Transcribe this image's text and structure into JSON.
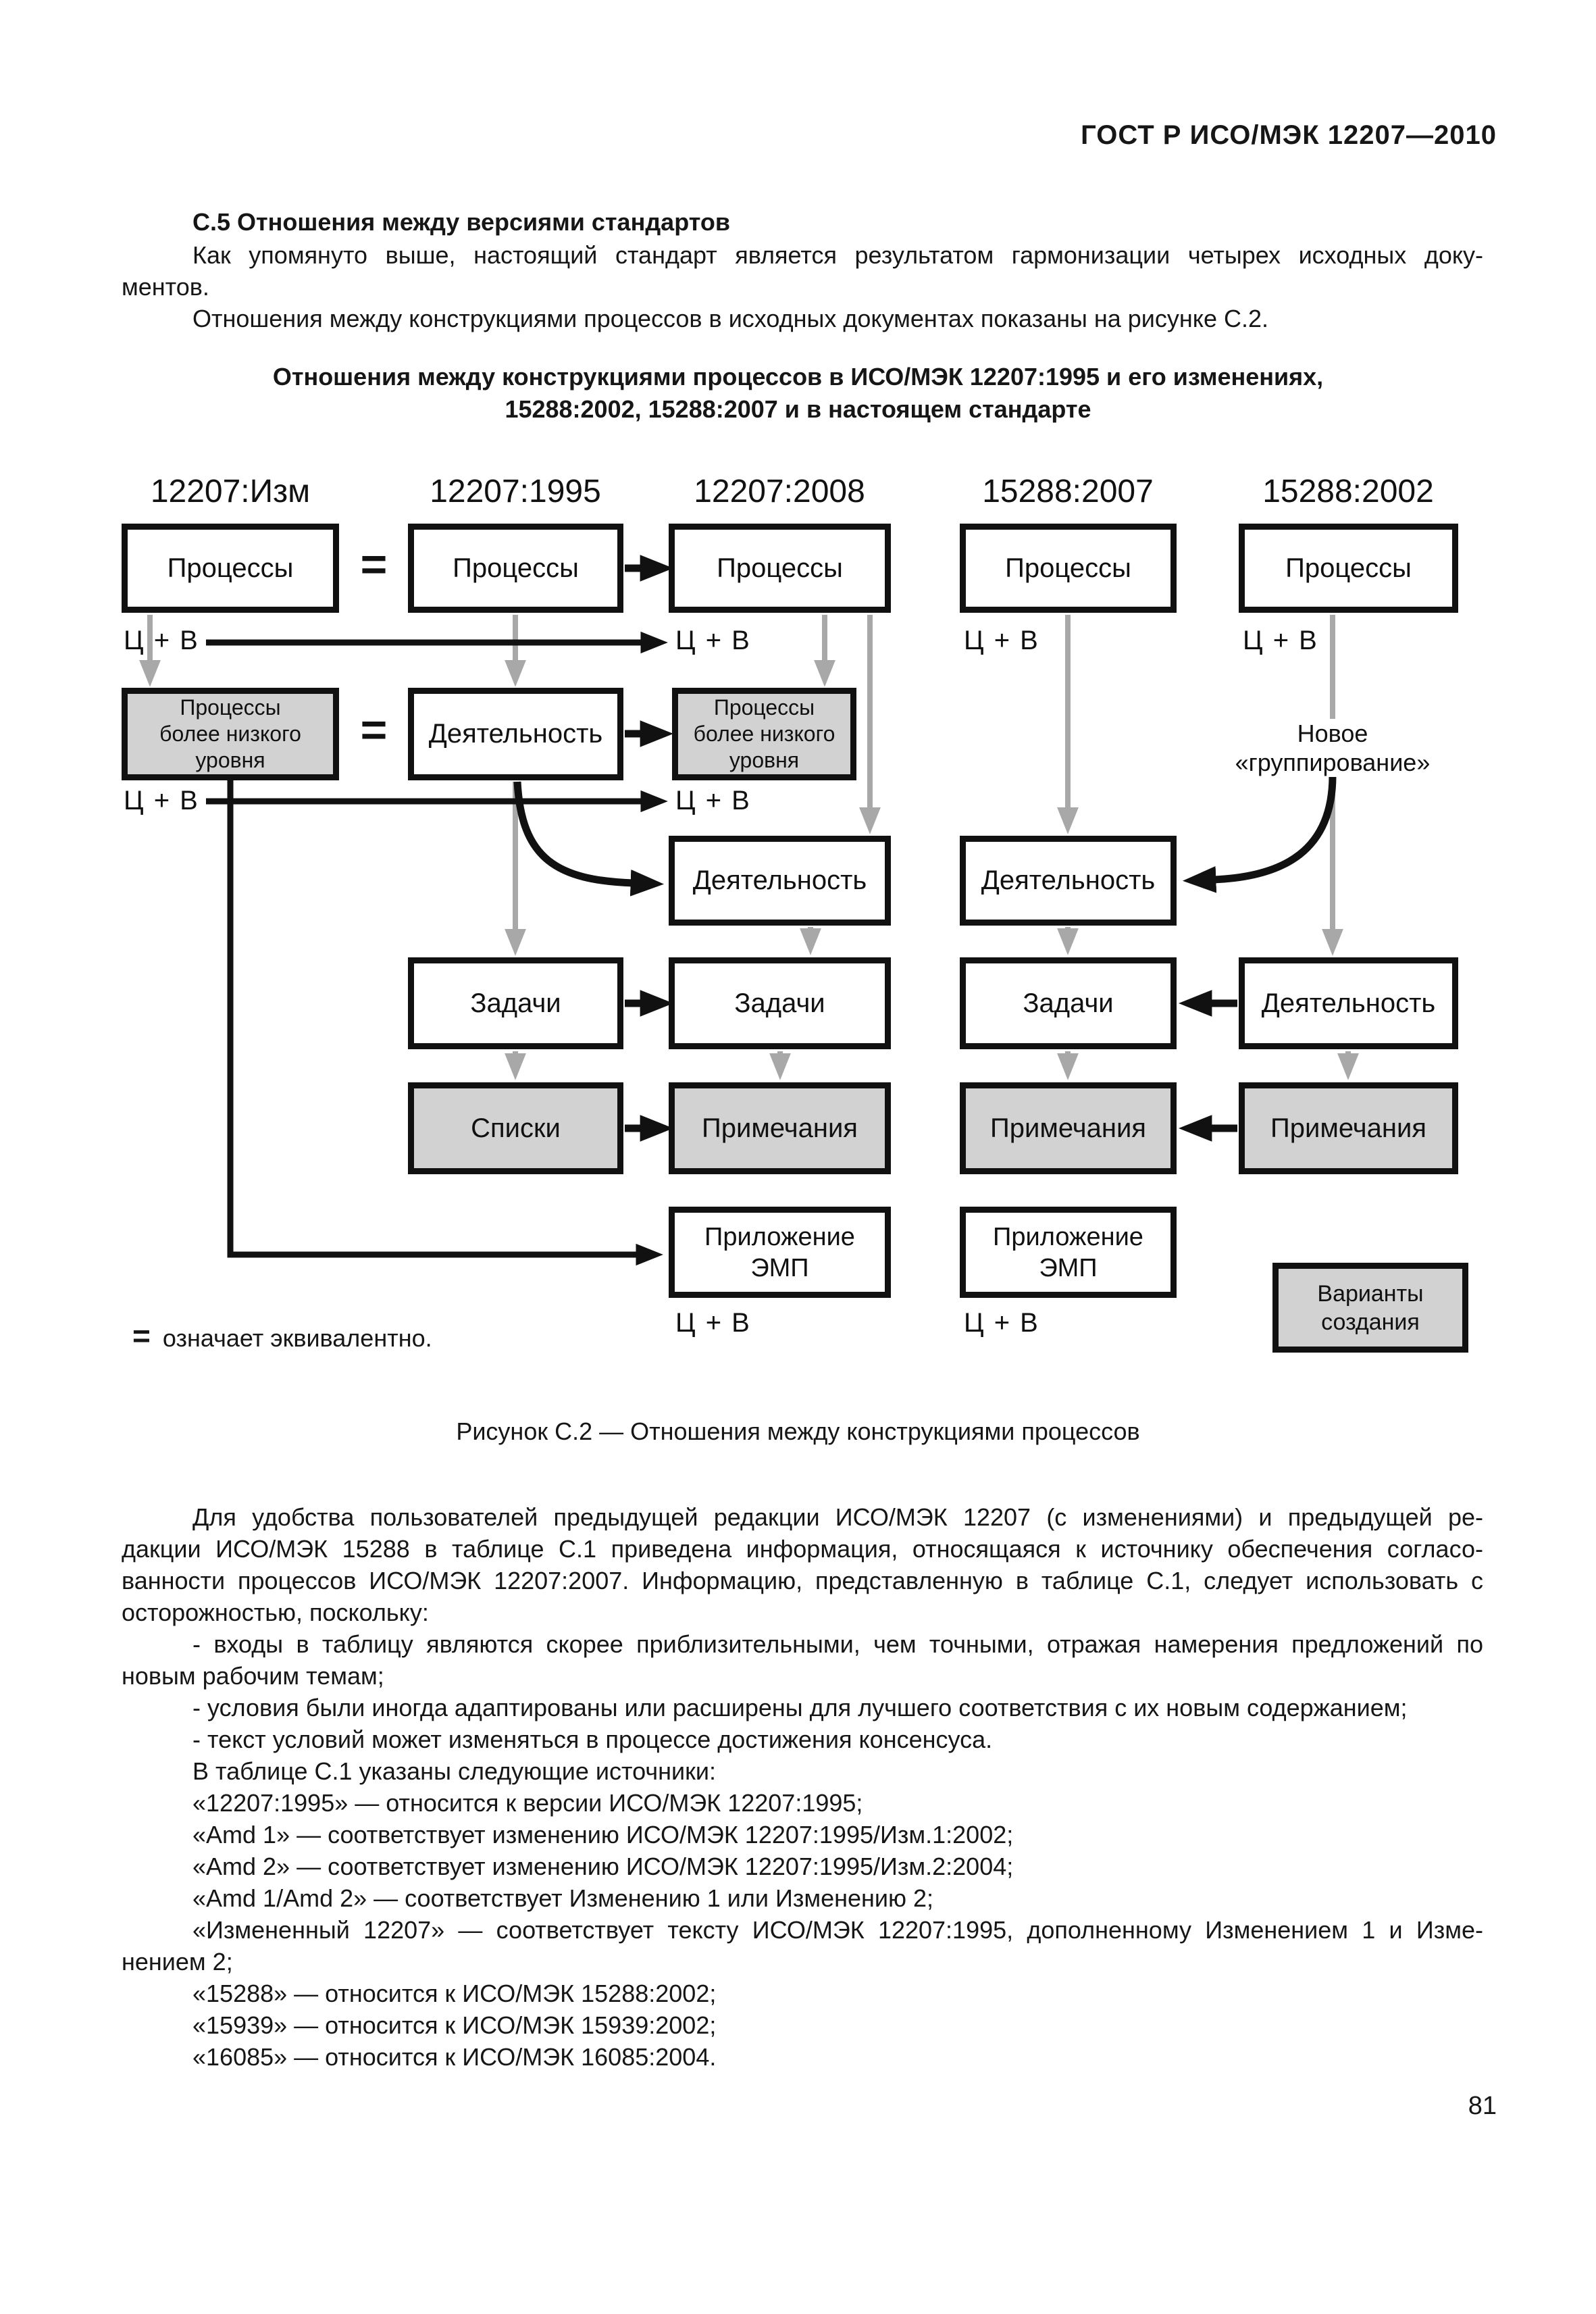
{
  "page": {
    "header": "ГОСТ Р ИСО/МЭК 12207—2010",
    "number": "81"
  },
  "section": {
    "heading": "С.5 Отношения между версиями стандартов",
    "para1_lines": [
      {
        "t": "Как упомянуто выше, настоящий стандарт является результатом гармонизации четырех исходных доку-",
        "j": true,
        "ind": true
      },
      {
        "t": "ментов.",
        "j": false
      },
      {
        "t": "Отношения между конструкциями процессов в исходных документах показаны на рисунке С.2.",
        "j": false,
        "ind": true
      }
    ],
    "figure_heading_lines": [
      "Отношения между конструкциями процессов в ИСО/МЭК 12207:1995 и его изменениях,",
      "15288:2002, 15288:2007 и в настоящем стандарте"
    ]
  },
  "diagram": {
    "columns": [
      "12207:Изм",
      "12207:1995",
      "12207:2008",
      "15288:2007",
      "15288:2002"
    ],
    "boxes": {
      "r1c1": "Процессы",
      "r1c2": "Процессы",
      "r1c3": "Процессы",
      "r1c4": "Процессы",
      "r1c5": "Процессы",
      "r2c1": "Процессы\nболее низкого\nуровня",
      "r2c2": "Деятельность",
      "r2c3": "Процессы\nболее низкого\nуровня",
      "r3c3": "Деятельность",
      "r3c4": "Деятельность",
      "r4c2": "Задачи",
      "r4c3": "Задачи",
      "r4c4": "Задачи",
      "r4c5": "Деятельность",
      "r5c2": "Списки",
      "r5c3": "Примечания",
      "r5c4": "Примечания",
      "r5c5": "Примечания",
      "r6c3": "Приложение\nЭМП",
      "r6c4": "Приложение\nЭМП",
      "variants": "Варианты\nсоздания"
    },
    "labels": {
      "cv": "Ц + В",
      "equals": "=",
      "new_grouping": "Новое\n«группирование»",
      "legend_symbol": "=",
      "legend_text": "означает эквивалентно."
    }
  },
  "caption": "Рисунок С.2 — Отношения между конструкциями процессов",
  "body": {
    "lines": [
      {
        "t": "Для удобства пользователей предыдущей редакции ИСО/МЭК 12207 (с изменениями) и предыдущей ре-",
        "j": true,
        "ind": true
      },
      {
        "t": "дакции ИСО/МЭК 15288 в таблице С.1 приведена информация, относящаяся к источнику обеспечения согласо-",
        "j": true
      },
      {
        "t": "ванности процессов ИСО/МЭК 12207:2007. Информацию, представленную в таблице С.1, следует использовать с",
        "j": true
      },
      {
        "t": "осторожностью, поскольку:",
        "j": false
      },
      {
        "t": "- входы в таблицу являются скорее приблизительными, чем точными, отражая намерения предложений по",
        "j": true,
        "ind": true
      },
      {
        "t": "новым рабочим темам;",
        "j": false
      },
      {
        "t": "- условия были иногда адаптированы или расширены для лучшего соответствия с их новым содержанием;",
        "j": false,
        "ind": true
      },
      {
        "t": "- текст условий может изменяться в процессе достижения консенсуса.",
        "j": false,
        "ind": true
      },
      {
        "t": "В таблице С.1 указаны следующие источники:",
        "j": false,
        "ind": true
      },
      {
        "t": "«12207:1995» — относится к версии ИСО/МЭК 12207:1995;",
        "j": false,
        "ind": true
      },
      {
        "t": "«Amd 1» — соответствует изменению ИСО/МЭК 12207:1995/Изм.1:2002;",
        "j": false,
        "ind": true
      },
      {
        "t": "«Amd 2» — соответствует изменению ИСО/МЭК 12207:1995/Изм.2:2004;",
        "j": false,
        "ind": true
      },
      {
        "t": "«Amd 1/Amd 2» — соответствует Изменению 1 или Изменению 2;",
        "j": false,
        "ind": true
      },
      {
        "t": "«Измененный 12207» — соответствует тексту ИСО/МЭК 12207:1995, дополненному Изменением 1 и Изме-",
        "j": true,
        "ind": true
      },
      {
        "t": "нением 2;",
        "j": false
      },
      {
        "t": "«15288» — относится к ИСО/МЭК 15288:2002;",
        "j": false,
        "ind": true
      },
      {
        "t": "«15939» — относится к ИСО/МЭК 15939:2002;",
        "j": false,
        "ind": true
      },
      {
        "t": "«16085» — относится к ИСО/МЭК 16085:2004.",
        "j": false,
        "ind": true
      }
    ]
  }
}
